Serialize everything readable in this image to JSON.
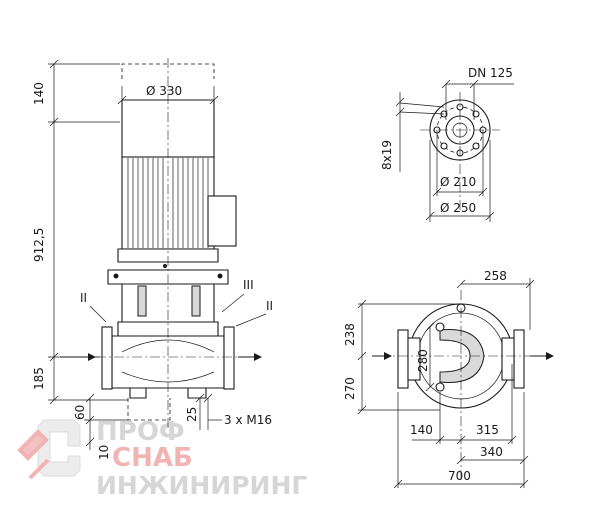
{
  "dimensions": {
    "motor_height": "140",
    "motor_diameter": "Ø 330",
    "overall_height": "912,5",
    "base_height": "185",
    "foot_height": "60",
    "foot_offset": "10",
    "foot_width": "25",
    "bolts": "3 x M16",
    "marker_left": "II",
    "marker_right_a": "III",
    "marker_right_b": "II",
    "flange_dn": "DN 125",
    "flange_holes": "8x19",
    "flange_pcd": "Ø 210",
    "flange_od": "Ø 250",
    "top_width": "258",
    "upper_depth": "238",
    "lower_depth": "270",
    "inner_dim": "280",
    "offset_a": "140",
    "offset_b": "315",
    "offset_c": "340",
    "overall_length": "700"
  },
  "watermark": {
    "line1": "ПРОФ",
    "line2": "СНАБ",
    "line3": "ИНЖИНИРИНГ"
  }
}
